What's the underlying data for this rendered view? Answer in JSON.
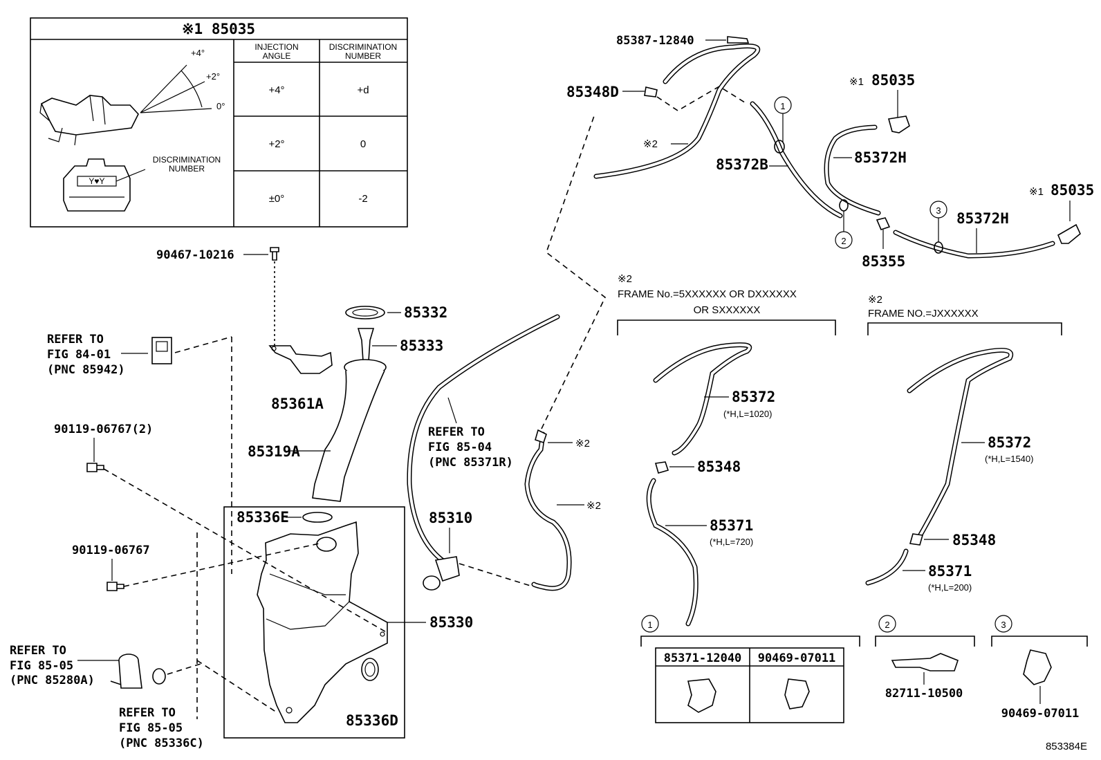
{
  "detail_table": {
    "title": "※1 85035",
    "headers": [
      "INJECTION ANGLE",
      "DISCRIMINATION NUMBER"
    ],
    "rows": [
      {
        "angle": "+4°",
        "number": "+d"
      },
      {
        "angle": "+2°",
        "number": "0"
      },
      {
        "angle": "±0°",
        "number": "-2"
      }
    ],
    "angle_marks": [
      "+4°",
      "+2°",
      "0°"
    ],
    "discrimination_label": "DISCRIMINATION NUMBER"
  },
  "parts": {
    "p90467": "90467-10216",
    "p85332": "85332",
    "p85333": "85333",
    "p85361A": "85361A",
    "p85319A": "85319A",
    "p85336E": "85336E",
    "p85330": "85330",
    "p85336D": "85336D",
    "p90119a": "90119-06767(2)",
    "p90119b": "90119-06767",
    "p85310": "85310",
    "p85387": "85387-12840",
    "p85348D": "85348D",
    "p85372B": "85372B",
    "p85372H_a": "85372H",
    "p85372H_b": "85372H",
    "p85355": "85355",
    "p85035_a": "85035",
    "p85035_b": "85035",
    "mark1": "※1",
    "mark2": "※2"
  },
  "refers": [
    {
      "l1": "REFER TO",
      "l2": "FIG 84-01",
      "l3": "(PNC 85942)"
    },
    {
      "l1": "REFER TO",
      "l2": "FIG 85-04",
      "l3": "(PNC 85371R)"
    },
    {
      "l1": "REFER TO",
      "l2": "FIG 85-05",
      "l3": "(PNC 85280A)"
    },
    {
      "l1": "REFER TO",
      "l2": "FIG 85-05",
      "l3": "(PNC 85336C)"
    }
  ],
  "variant_a": {
    "mark": "※2",
    "frame1": "FRAME No.=5XXXXXX OR DXXXXXX",
    "frame2": "OR SXXXXXX",
    "p85372": "85372",
    "p85372_len": "(*H,L=1020)",
    "p85348": "85348",
    "p85371": "85371",
    "p85371_len": "(*H,L=720)"
  },
  "variant_b": {
    "mark": "※2",
    "frame1": "FRAME NO.=JXXXXXX",
    "p85372": "85372",
    "p85372_len": "(*H,L=1540)",
    "p85348": "85348",
    "p85371": "85371",
    "p85371_len": "(*H,L=200)"
  },
  "clips": {
    "c1_num": "1",
    "c1_a": "85371-12040",
    "c1_b": "90469-07011",
    "c2_num": "2",
    "c2_part": "82711-10500",
    "c3_num": "3",
    "c3_part": "90469-07011"
  },
  "figure_id": "853384E"
}
